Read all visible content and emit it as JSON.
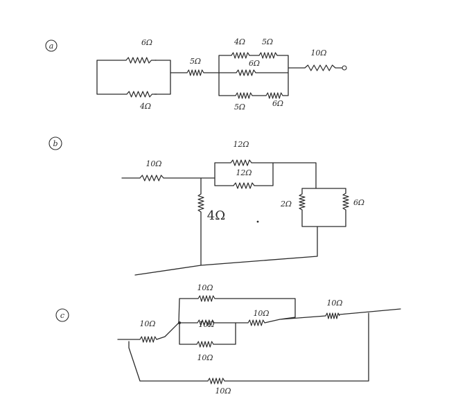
{
  "parts": {
    "a": {
      "tag": "a",
      "labels": [
        "6Ω",
        "4Ω",
        "5Ω",
        "4Ω",
        "5Ω",
        "6Ω",
        "5Ω",
        "6Ω",
        "10Ω"
      ]
    },
    "b": {
      "tag": "b",
      "labels": [
        "10Ω",
        "12Ω",
        "12Ω",
        "4Ω",
        "2Ω",
        "6Ω"
      ]
    },
    "c": {
      "tag": "c",
      "labels": [
        "10Ω",
        "10Ω",
        "10Ω",
        "10Ω",
        "10Ω",
        "10Ω",
        "10Ω"
      ]
    }
  }
}
